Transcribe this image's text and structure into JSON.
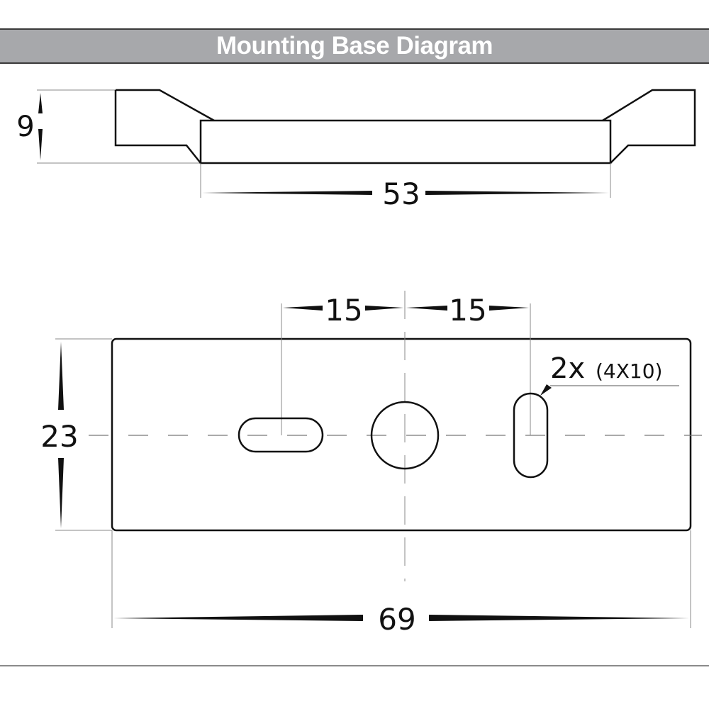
{
  "header": {
    "title": "Mounting Base Diagram",
    "background_color": "#a7a8ab",
    "text_color": "#ffffff"
  },
  "side_view": {
    "height_dim": "9",
    "width_dim": "53"
  },
  "top_view": {
    "height_dim": "23",
    "width_dim": "69",
    "hole_spacing_left": "15",
    "hole_spacing_right": "15",
    "slot_callout_qty": "2x",
    "slot_callout_size": "(4X10)"
  },
  "colors": {
    "line": "#111111",
    "dim_line": "#8a8a8a"
  }
}
